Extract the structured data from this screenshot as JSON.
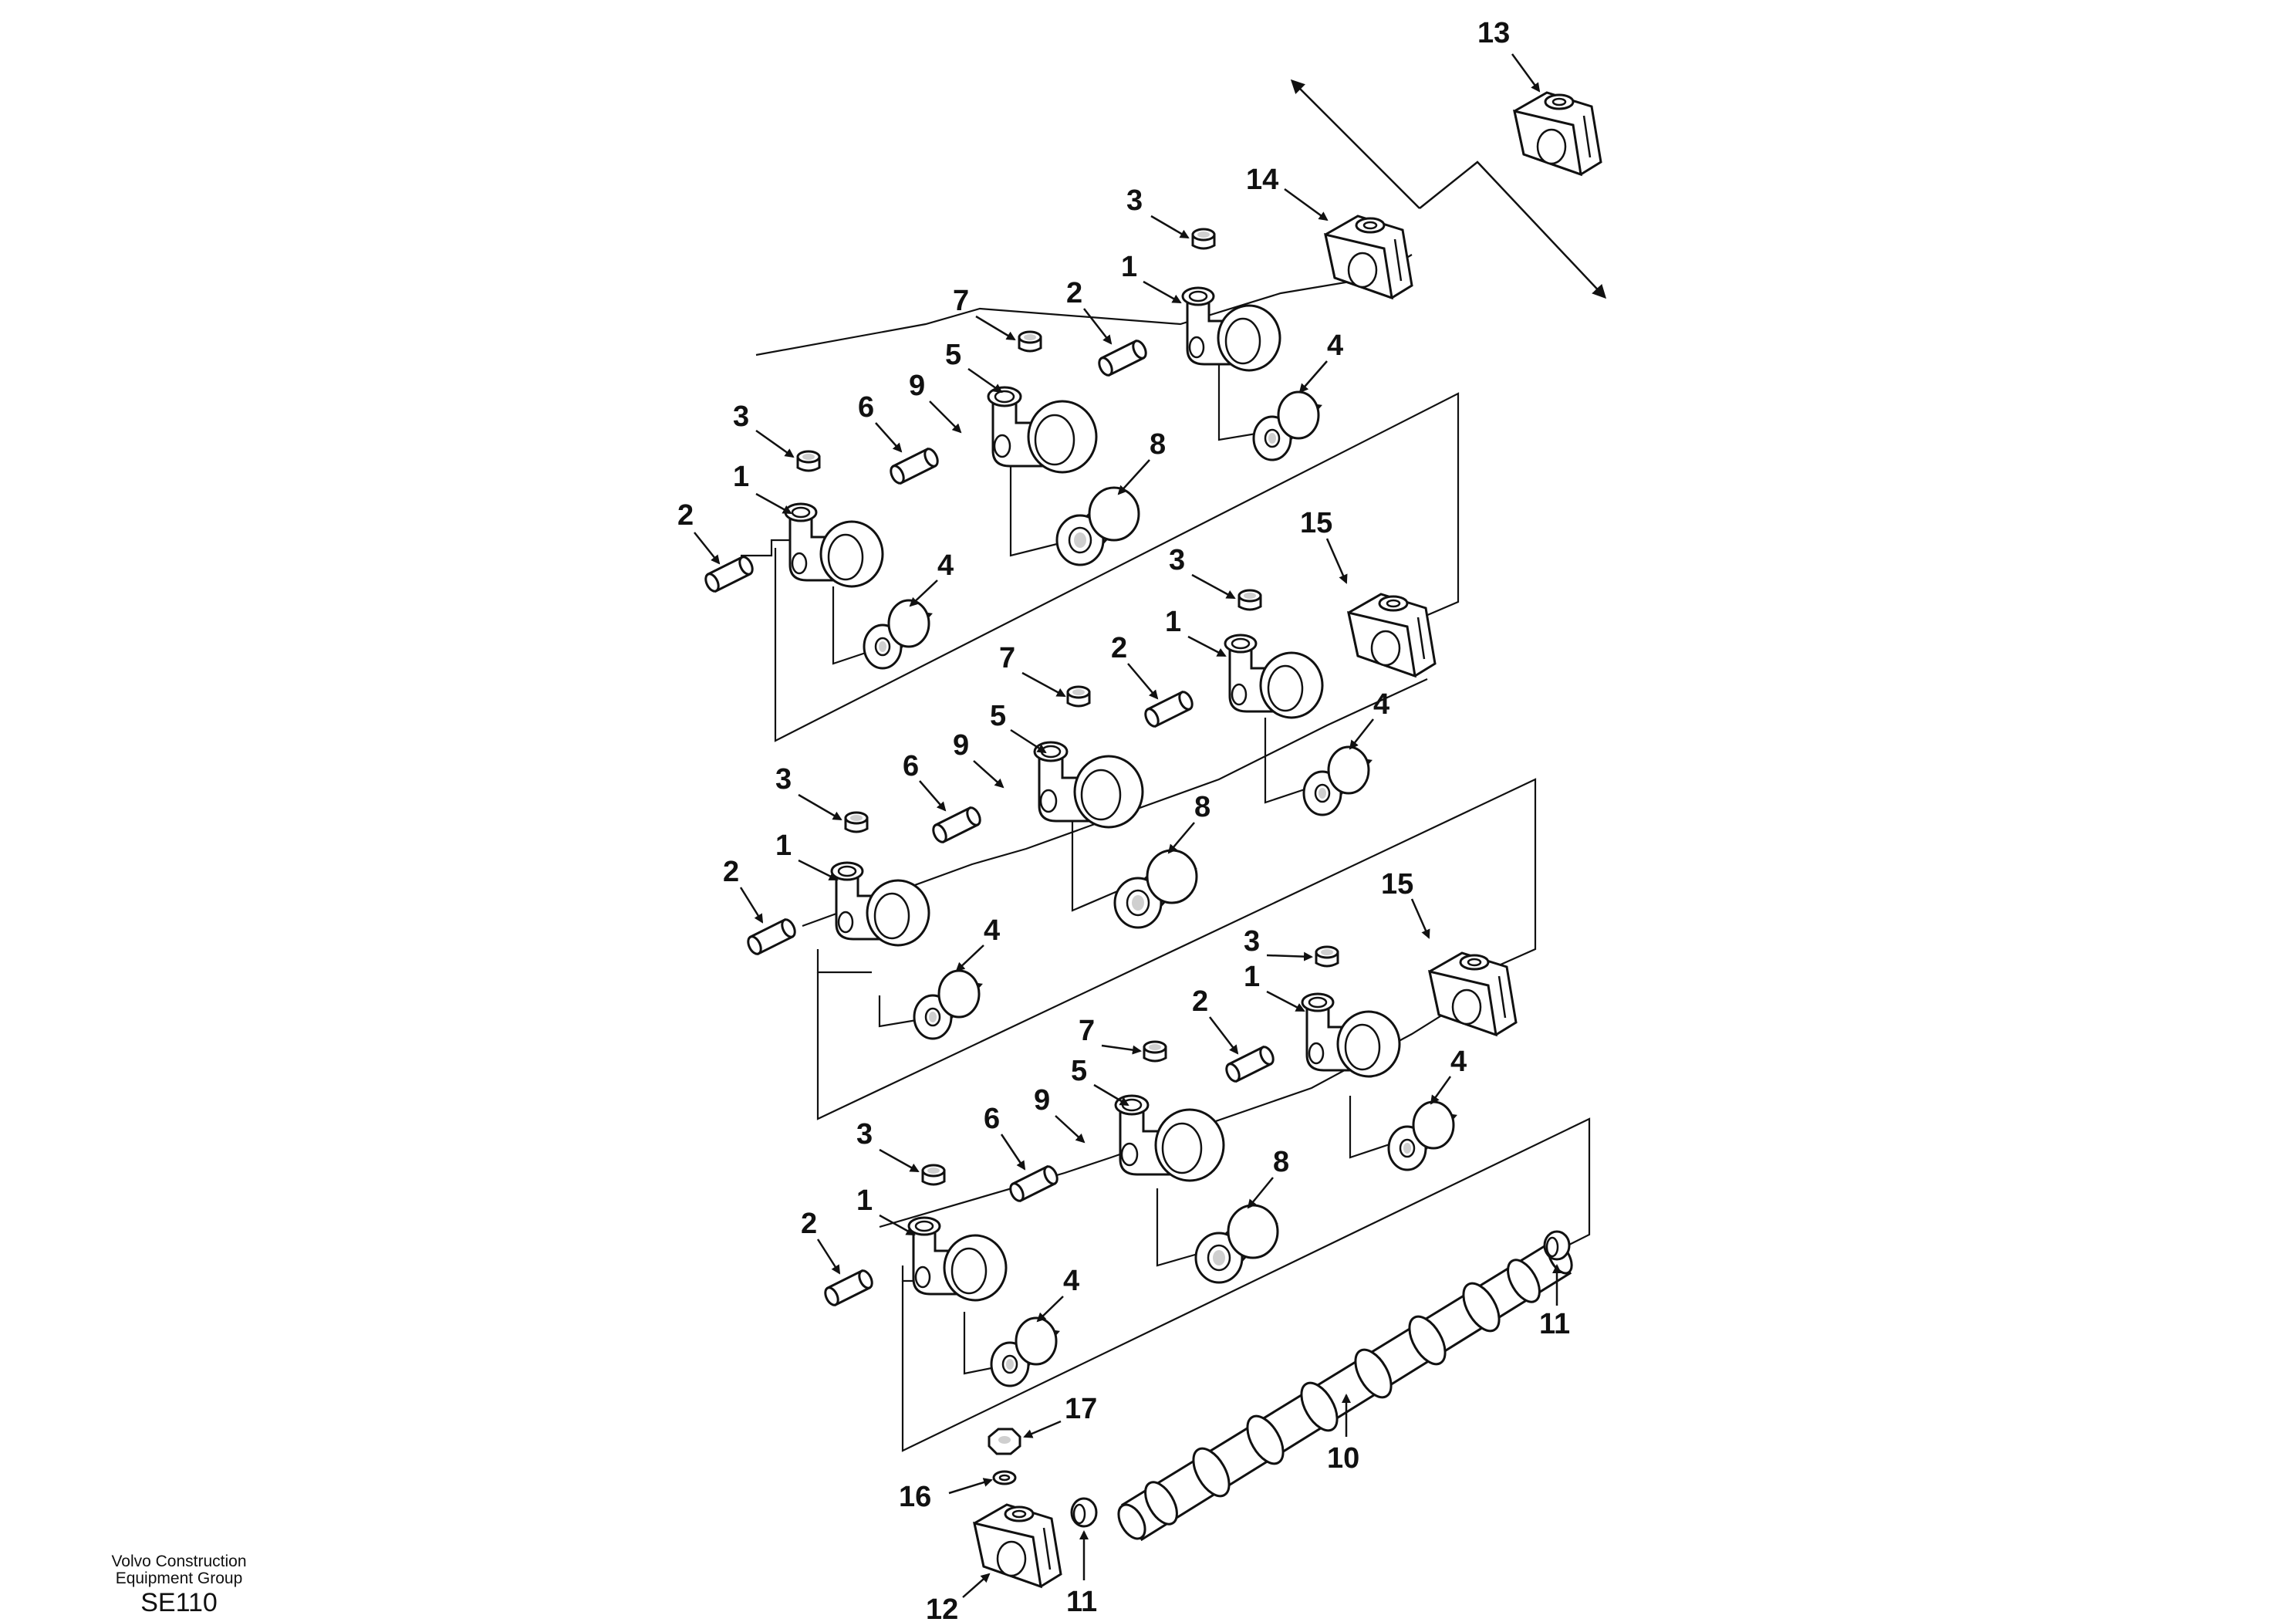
{
  "footer": {
    "company_line1": "Volvo Construction",
    "company_line2": "Equipment Group",
    "code": "SE110"
  },
  "callouts": [
    "1",
    "2",
    "3",
    "4",
    "5",
    "6",
    "7",
    "8",
    "9",
    "10",
    "11",
    "12",
    "13",
    "14",
    "15",
    "16",
    "17"
  ]
}
